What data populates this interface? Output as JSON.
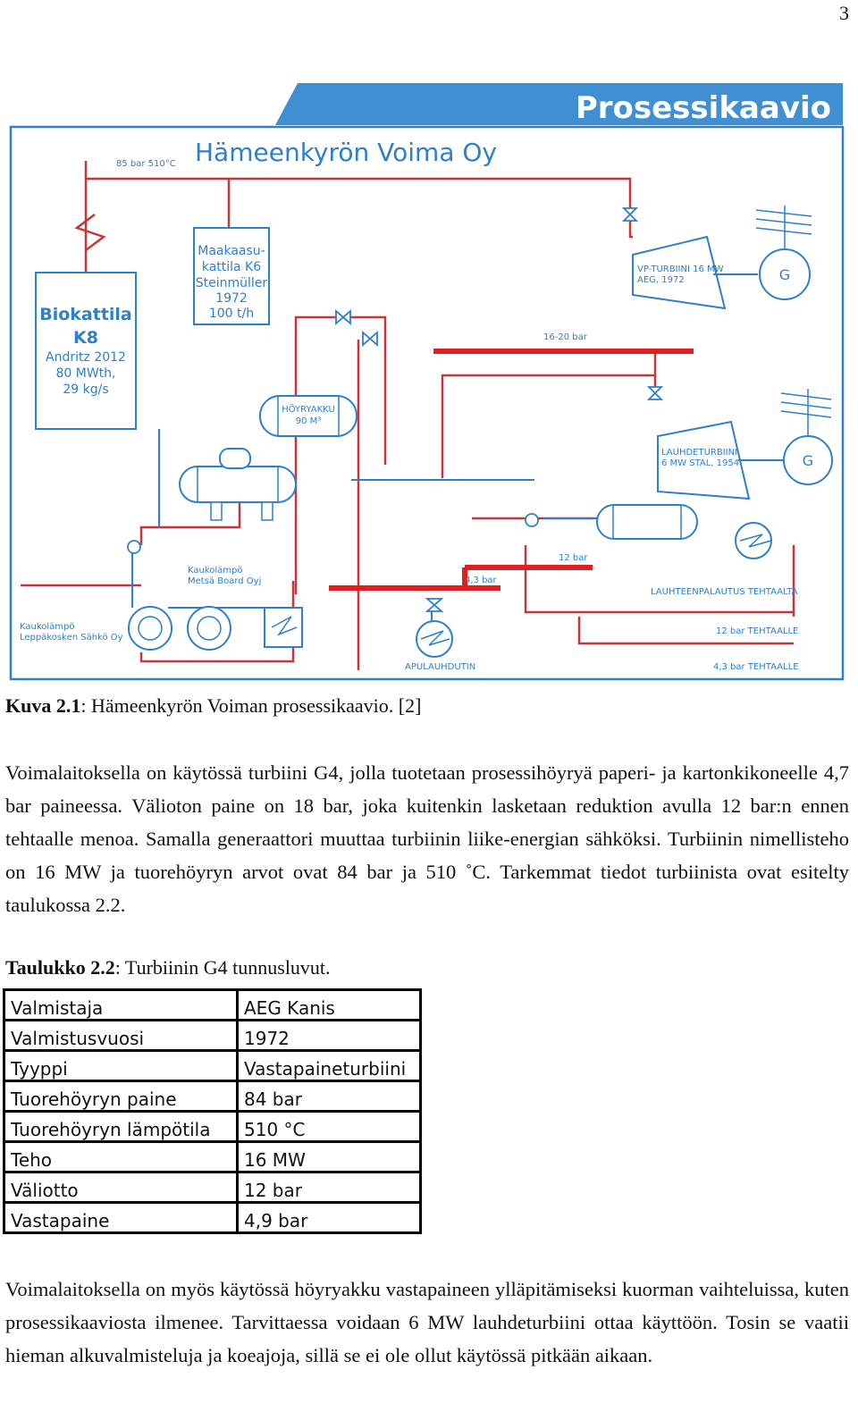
{
  "page_number": "3",
  "diagram": {
    "banner": "Prosessikaavio",
    "company": "Hämeenkyrön Voima Oy",
    "steam_spec": "85 bar 510°C",
    "boiler1": [
      "Biokattila",
      "K8",
      "Andritz 2012",
      "80 MWth,",
      "29 kg/s"
    ],
    "boiler2": [
      "Maakaasu-",
      "kattila K6",
      "Steinmüller",
      "1972",
      "100 t/h"
    ],
    "accumulator": [
      "HÖYRYAKKU",
      "90 M³"
    ],
    "turbine1": [
      "VP-TURBIINI 16 MW",
      "AEG, 1972"
    ],
    "turbine2": [
      "LAUHDETURBIINI",
      "6 MW STAL, 1954"
    ],
    "generator": "G",
    "bar_16_20": "16-20 bar",
    "bar_12": "12 bar",
    "bar_4_3": "4,3 bar",
    "district_heat1": [
      "Kaukolämpö",
      "Metsä Board Oyj"
    ],
    "district_heat2": [
      "Kaukolämpö",
      "Leppäkosken Sähkö Oy"
    ],
    "condensate_return": "LAUHTEENPALAUTUS TEHTAALTA",
    "to_mill_12": "12 bar TEHTAALLE",
    "to_mill_43": "4,3 bar TEHTAALLE",
    "aux_condenser": "APULAUHDUTIN",
    "colors": {
      "banner": "#3f8fd2",
      "frame": "#2f7fc9",
      "steam": "#e02020",
      "line": "#c9363a",
      "water": "#2f7fc9"
    }
  },
  "figure_caption": {
    "label": "Kuva 2.1",
    "text": ": Hämeenkyrön Voiman prosessikaavio. [2]"
  },
  "paragraph1": "Voimalaitoksella on käytössä turbiini G4, jolla tuotetaan prosessihöyryä paperi- ja kartonkikoneelle 4,7 bar paineessa. Välioton paine on 18 bar, joka kuitenkin lasketaan reduktion avulla 12 bar:n ennen tehtaalle menoa. Samalla generaattori muuttaa turbiinin liike-energian sähköksi. Turbiinin nimellisteho on 16 MW ja tuorehöyryn arvot ovat 84 bar ja 510 ˚C. Tarkemmat tiedot turbiinista ovat esitelty taulukossa 2.2.",
  "table_caption": {
    "label": "Taulukko 2.2",
    "text": ": Turbiinin G4 tunnusluvut."
  },
  "table": [
    {
      "key": "Valmistaja",
      "value": "AEG Kanis"
    },
    {
      "key": "Valmistusvuosi",
      "value": "1972"
    },
    {
      "key": "Tyyppi",
      "value": "Vastapaineturbiini"
    },
    {
      "key": "Tuorehöyryn paine",
      "value": "84 bar"
    },
    {
      "key": "Tuorehöyryn lämpötila",
      "value": "510 °C"
    },
    {
      "key": "Teho",
      "value": "16 MW"
    },
    {
      "key": "Väliotto",
      "value": "12 bar"
    },
    {
      "key": "Vastapaine",
      "value": "4,9 bar"
    }
  ],
  "paragraph2": "Voimalaitoksella on myös käytössä höyryakku vastapaineen ylläpitämiseksi kuorman vaihteluissa, kuten prosessikaaviosta ilmenee. Tarvittaessa voidaan 6 MW lauhdeturbiini ottaa käyttöön. Tosin se vaatii hieman alkuvalmisteluja ja koeajoja, sillä se ei ole ollut käytössä pitkään aikaan."
}
